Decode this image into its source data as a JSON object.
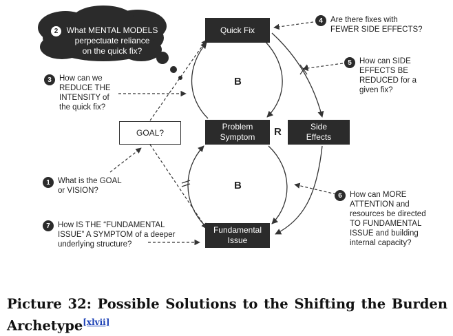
{
  "nodes": {
    "quick_fix": "Quick Fix",
    "problem_symptom": "Problem\nSymptom",
    "side_effects": "Side\nEffects",
    "fundamental_issue": "Fundamental\nIssue",
    "goal": "GOAL?"
  },
  "loop_labels": {
    "top": "B",
    "bottom": "B",
    "reinforcing": "R"
  },
  "questions": [
    {
      "num": "1",
      "text": "What is the GOAL\nor VISION?"
    },
    {
      "num": "2",
      "text": "What MENTAL MODELS\nperpectuate reliance\non the quick fix?"
    },
    {
      "num": "3",
      "text": "How can we\nREDUCE THE\nINTENSITY of\nthe quick fix?"
    },
    {
      "num": "4",
      "text": "Are there fixes with\nFEWER SIDE EFFECTS?"
    },
    {
      "num": "5",
      "text": "How can SIDE\nEFFECTS BE\nREDUCED for a\ngiven fix?"
    },
    {
      "num": "6",
      "text": "How can MORE\nATTENTION and\nresources be directed\nTO FUNDAMENTAL\nISSUE and building\ninternal capacity?"
    },
    {
      "num": "7",
      "text": "How IS THE “FUNDAMENTAL\nISSUE” A SYMPTOM of a deeper\nunderlying structure?"
    }
  ],
  "caption": {
    "text": "Picture 32: Possible Solutions to the Shifting the Burden Archetype",
    "ref": "[xlvii]"
  },
  "colors": {
    "dark": "#2b2b2b",
    "line": "#333333",
    "background": "#ffffff"
  }
}
